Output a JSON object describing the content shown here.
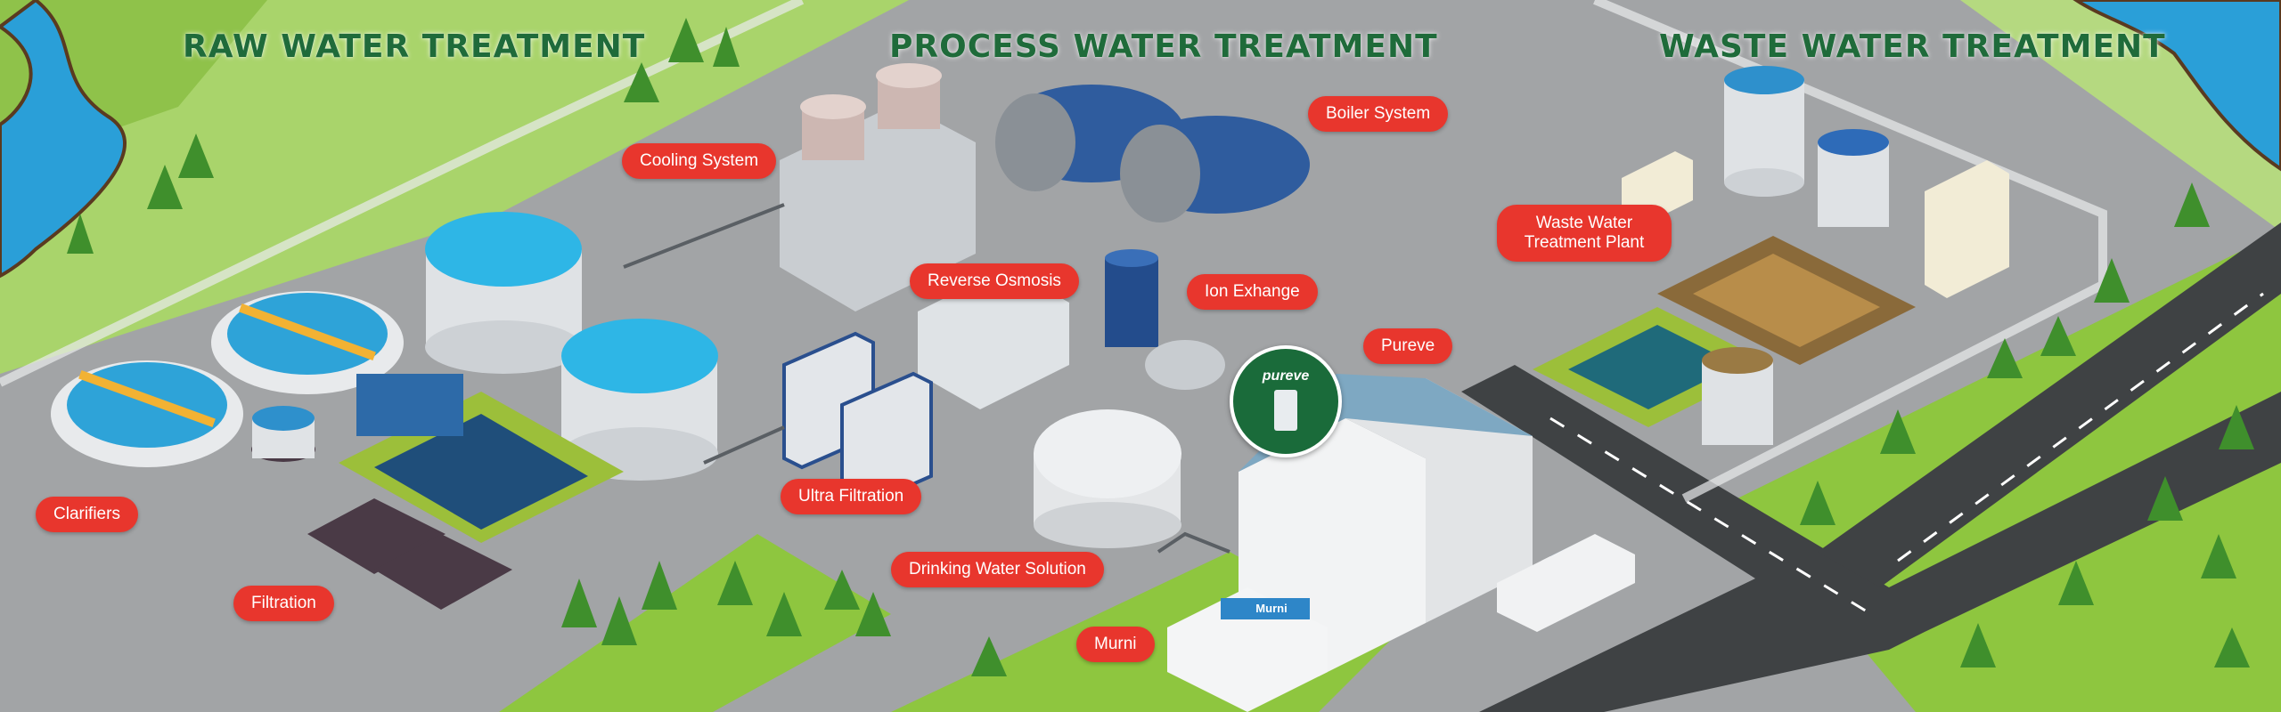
{
  "sections": {
    "raw": "RAW WATER TREATMENT",
    "process": "PROCESS WATER TREATMENT",
    "waste": "WASTE WATER TREATMENT"
  },
  "labels": {
    "cooling": "Cooling System",
    "boiler": "Boiler System",
    "reverse_osmosis": "Reverse Osmosis",
    "ion_exchange": "Ion Exhange",
    "waste_plant": "Waste Water Treatment Plant",
    "pureve": "Pureve",
    "ultra_filtration": "Ultra Filtration",
    "drinking_water": "Drinking Water Solution",
    "murni": "Murni",
    "clarifiers": "Clarifiers",
    "filtration": "Filtration"
  },
  "badge": {
    "brand": "pureve"
  },
  "shop_sign": "Murni",
  "colors": {
    "label_red": "#e8362d",
    "title_green": "#1f6b3a",
    "grass": "#8ec63f",
    "road": "#3f4244",
    "ground": "#a4a6a8",
    "water": "#29a9e0"
  }
}
